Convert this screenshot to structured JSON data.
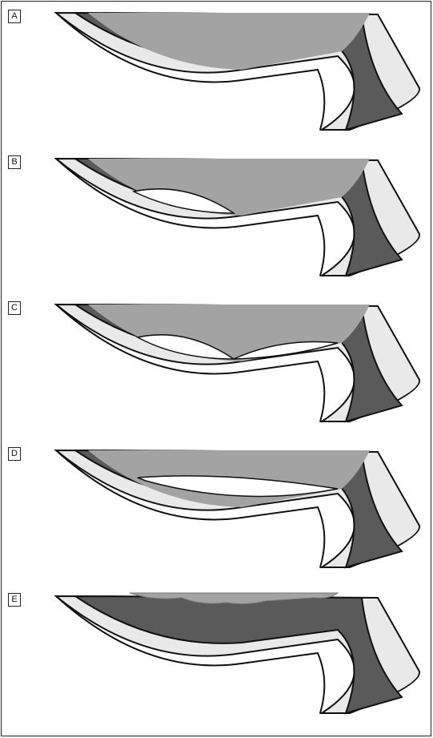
{
  "panels": [
    {
      "label": "A",
      "stage": "attached"
    },
    {
      "label": "B",
      "stage": "partial-one-side"
    },
    {
      "label": "C",
      "stage": "partial-both-sides"
    },
    {
      "label": "D",
      "stage": "complete-attached-at-disc"
    },
    {
      "label": "E",
      "stage": "complete-detached"
    }
  ],
  "colors": {
    "outline": "#111111",
    "vitreous": "#a3a3a3",
    "choroid": "#5a5a5a",
    "sclera": "#e9e9e9",
    "background": "#ffffff"
  }
}
